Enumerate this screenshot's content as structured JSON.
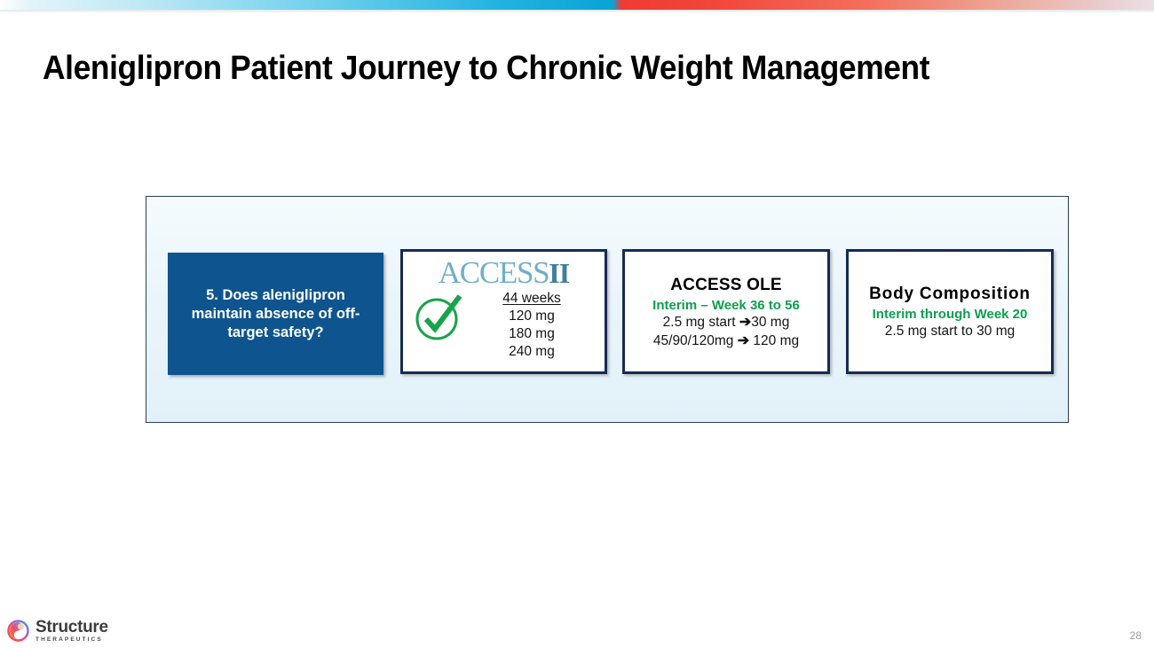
{
  "slide": {
    "title": "Aleniglipron Patient Journey to Chronic Weight Management",
    "page_number": "28"
  },
  "top_bar": {
    "gradient_start": "#e3f5fb",
    "gradient_mid_blue": "#0aa3d6",
    "gradient_mid_red": "#ef3b33",
    "gradient_end": "#ece0e2"
  },
  "panel": {
    "background": "#eaf5fb",
    "border_color": "#2c3e50"
  },
  "question_box": {
    "text": "5. Does aleniglipron maintain absence of off-target safety?",
    "background": "#0e548f",
    "text_color": "#ffffff"
  },
  "cards": {
    "access2": {
      "logo_word": "ACCESS",
      "logo_numeral": "II",
      "logo_word_color": "#6fafc9",
      "logo_numeral_color": "#3f7ea0",
      "check_icon": "green-check-circle-icon",
      "check_color": "#18a44a",
      "duration": "44 weeks",
      "doses": [
        "120 mg",
        "180 mg",
        "240 mg"
      ]
    },
    "ole": {
      "title": "ACCESS OLE",
      "interim": "Interim – Week 36 to 56",
      "interim_color": "#0ba04e",
      "line1_pre": "2.5 mg start ",
      "line1_arrow": "➔",
      "line1_post": "30 mg",
      "line2_pre": "45/90/120mg ",
      "line2_arrow": "➔",
      "line2_post": " 120 mg"
    },
    "body_composition": {
      "title": "Body Composition",
      "interim": "Interim through Week 20",
      "interim_color": "#0ba04e",
      "line1": "2.5 mg start to 30 mg"
    }
  },
  "footer": {
    "logo_name": "Structure",
    "logo_sub": "THERAPEUTICS",
    "logo_mark": "structure-circle-logo-icon"
  }
}
